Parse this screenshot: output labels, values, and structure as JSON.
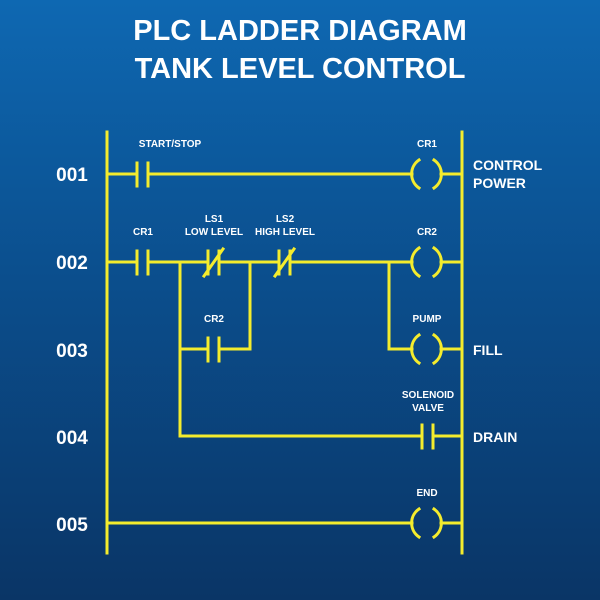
{
  "title": {
    "line1": "PLC LADDER DIAGRAM",
    "line2": "TANK LEVEL CONTROL"
  },
  "colors": {
    "wire": "#f4ec2d",
    "text": "#ffffff",
    "background_top": "#0e68b2",
    "background_bottom": "#0a3566"
  },
  "rungs": [
    {
      "number": "001",
      "output_label": "CR1",
      "side_label_1": "CONTROL",
      "side_label_2": "POWER"
    },
    {
      "number": "002",
      "output_label": "CR2"
    },
    {
      "number": "003",
      "output_label": "PUMP",
      "side_label": "FILL"
    },
    {
      "number": "004",
      "output_label_1": "SOLENOID",
      "output_label_2": "VALVE",
      "side_label": "DRAIN"
    },
    {
      "number": "005",
      "output_label": "END"
    }
  ],
  "contacts": {
    "start_stop": "START/STOP",
    "cr1": "CR1",
    "ls1_line1": "LS1",
    "ls1_line2": "LOW LEVEL",
    "ls2_line1": "LS2",
    "ls2_line2": "HIGH LEVEL",
    "cr2_seal": "CR2"
  }
}
